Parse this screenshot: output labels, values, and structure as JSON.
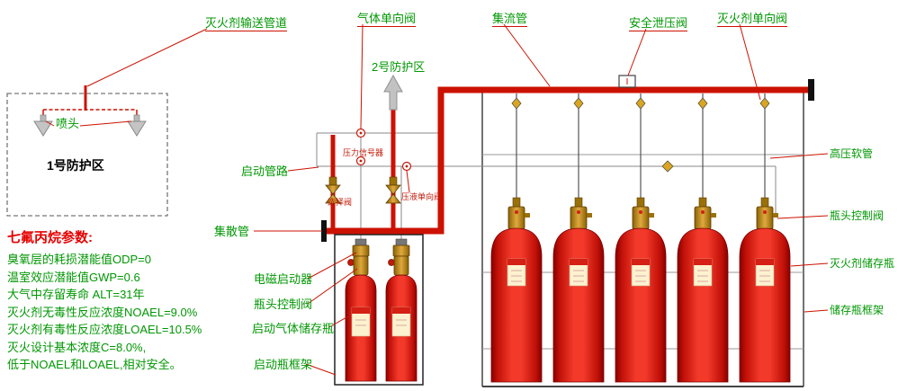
{
  "labels": {
    "delivery_pipe": "灭火剂输送管道",
    "gas_check_valve": "气体单向阀",
    "zone2": "2号防护区",
    "manifold": "集流管",
    "relief_valve": "安全泄压阀",
    "agent_check_valve": "灭火剂单向阀",
    "hp_hose": "高压软管",
    "head_control_valve_right": "瓶头控制阀",
    "agent_storage_bottle": "灭火剂储存瓶",
    "storage_bottle_frame": "储存瓶框架",
    "start_pipeline": "启动管路",
    "pressure_signal": "压力信号器",
    "selector_valve": "选择阀",
    "pressure_liquid_check_valve": "压液单向阀",
    "dispatch_pipe": "集散管",
    "solenoid_actuator": "电磁启动器",
    "head_control_valve_start": "瓶头控制阀",
    "start_gas_bottle": "启动气体储存瓶",
    "start_bottle_frame": "启动瓶框架",
    "nozzle": "喷头",
    "zone1": "1号防护区"
  },
  "params": {
    "title": "七氟丙烷参数:",
    "lines": [
      "臭氧层的耗损潜能值ODP=0",
      "温室效应潜能值GWP=0.6",
      "大气中存留寿命 ALT=31年",
      "灭火剂无毒性反应浓度NOAEL=9.0%",
      "灭火剂有毒性反应浓度LOAEL=10.5%",
      "灭火设计基本浓度C=8.0%,",
      "低于NOAEL和LOAEL,相对安全。"
    ]
  },
  "colors": {
    "pipe_red": "#cc1100",
    "label_green": "#009703",
    "small_label_red": "#c41808",
    "cylinder_red": "#e41408",
    "brass": "#c8871c"
  }
}
